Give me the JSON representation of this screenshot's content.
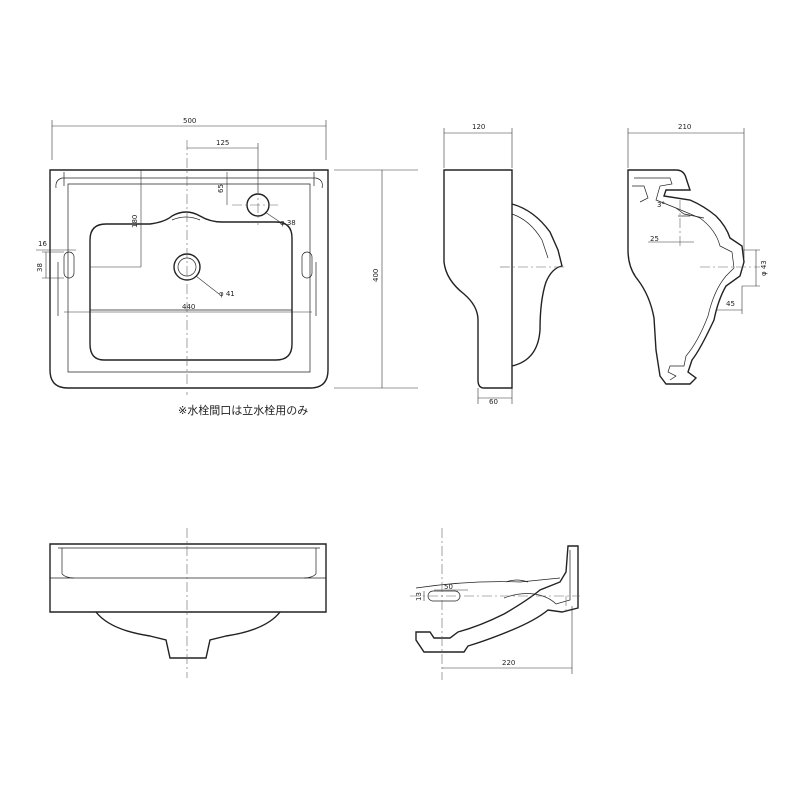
{
  "note": "※水栓間口は立水栓用のみ",
  "top_view": {
    "width": "500",
    "faucet_offset": "125",
    "depth_to_drain": "180",
    "faucet_setback": "65",
    "faucet_hole": "φ 38",
    "drain_hole": "φ 41",
    "inner_width": "440",
    "slot_width": "16",
    "slot_height": "38"
  },
  "front_side_view": {
    "height": "400",
    "top_depth": "120",
    "bottom_depth": "60"
  },
  "section_view": {
    "depth": "210",
    "angle": "3°",
    "wall_offset": "25",
    "trap_dia": "φ 43",
    "trap_height": "45"
  },
  "bottom_side_view": {
    "slot_width": "50",
    "slot_height": "13",
    "overall": "220"
  }
}
